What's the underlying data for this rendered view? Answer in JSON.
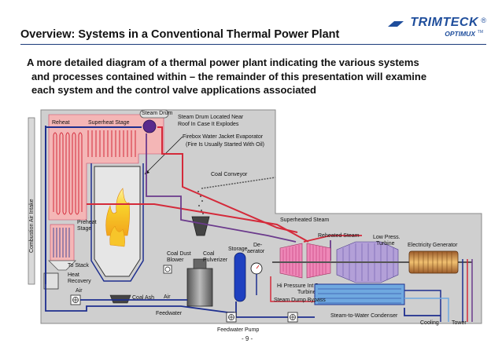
{
  "title": "Overview: Systems in a Conventional Thermal Power Plant",
  "brand": {
    "name": "TRIMTECK",
    "registered": "®",
    "sub": "OPTIMUX",
    "trademark": "TM"
  },
  "intro": {
    "line1": "A more detailed diagram of a thermal power plant indicating the various systems",
    "line2": "and processes contained within – the remainder of this presentation will examine",
    "line3": "each system and the control valve applications associated"
  },
  "diagram": {
    "labels": {
      "steam_drum": "Steam Drum",
      "steam_drum_note_1": "Steam Drum Located Near",
      "steam_drum_note_2": "Roof In Case It Explodes",
      "reheat": "Reheat",
      "superheat_stage": "Superheat Stage",
      "firebox_1": "Firebox Water Jacket Evaporator",
      "firebox_2": "(Fire Is Usually Started With Oil)",
      "coal_conveyor": "Coal Conveyor",
      "combustion_air_intake": "Combustion Air Intake",
      "preheat": "Preheat",
      "stage": "Stage",
      "to_stack": "To Stack",
      "heat": "Heat",
      "recovery": "Recovery",
      "air_left": "Air",
      "coal_dust": "Coal Dust",
      "blower": "Blower",
      "coal": "Coal",
      "pulverizer": "Pulverizer",
      "coal_ash": "Coal Ash",
      "air_bottom": "Air",
      "storage": "Storage",
      "de": "De-",
      "aerator": "aerator",
      "superheated_steam": "Superheated Steam",
      "reheated_steam": "Reheated Steam",
      "low_press": "Low Press.",
      "turbine": "Turbine",
      "electricity_generator": "Electricity Generator",
      "hi_pressure_turbines": "Hi Pressure  Int Press",
      "turbines": "Turbines",
      "steam_dump_bypass": "Steam Dump Bypass",
      "feedwater": "Feedwater",
      "feedwater_pump": "Feedwater Pump",
      "steam_to_water_condenser": "Steam-to-Water Condenser",
      "cooling": "Cooling",
      "tower": "Tower"
    }
  },
  "page_number": "- 9 -",
  "colors": {
    "title_rule": "#1b3a7a",
    "brand": "#1f4e9c",
    "steam_red": "#d42a3a",
    "water_blue": "#1e2f8f",
    "reheat_purple": "#6b3a8c",
    "pink_zone": "#f4b6b6",
    "building_gray": "#c7c7c7"
  }
}
